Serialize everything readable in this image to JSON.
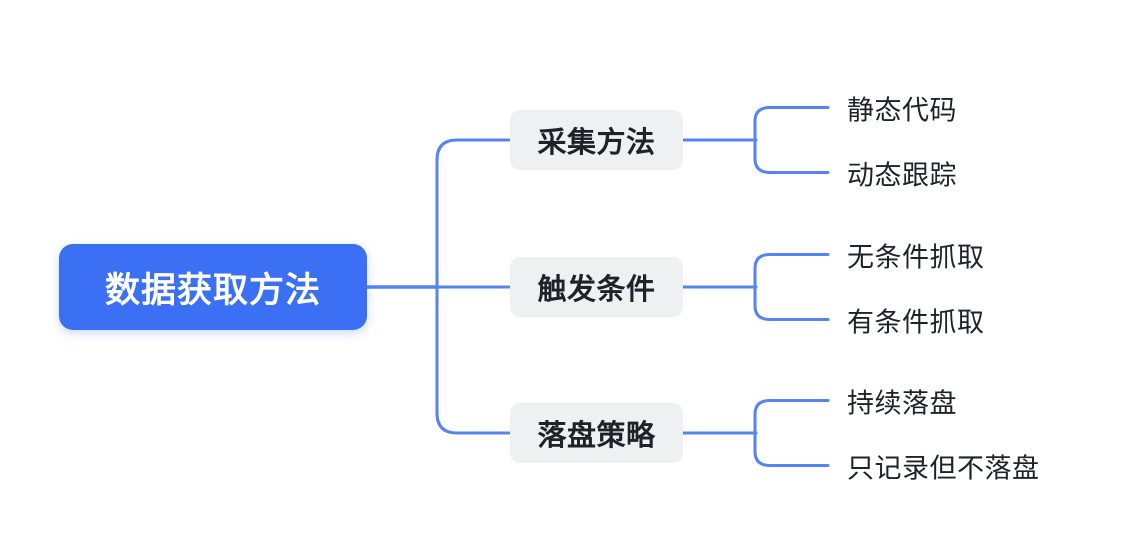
{
  "mindmap": {
    "root": {
      "label": "数据获取方法"
    },
    "branches": [
      {
        "label": "采集方法",
        "children": [
          {
            "label": "静态代码"
          },
          {
            "label": "动态跟踪"
          }
        ]
      },
      {
        "label": "触发条件",
        "children": [
          {
            "label": "无条件抓取"
          },
          {
            "label": "有条件抓取"
          }
        ]
      },
      {
        "label": "落盘策略",
        "children": [
          {
            "label": "持续落盘"
          },
          {
            "label": "只记录但不落盘"
          }
        ]
      }
    ]
  },
  "colors": {
    "canvas-bg": "#ffffff",
    "root-bg": "#3b70f5",
    "root-text": "#ffffff",
    "branch-bg": "#eff0f2",
    "branch-text": "#1f2329",
    "leaf-text": "#1f2329",
    "connector": "#5583f2"
  }
}
